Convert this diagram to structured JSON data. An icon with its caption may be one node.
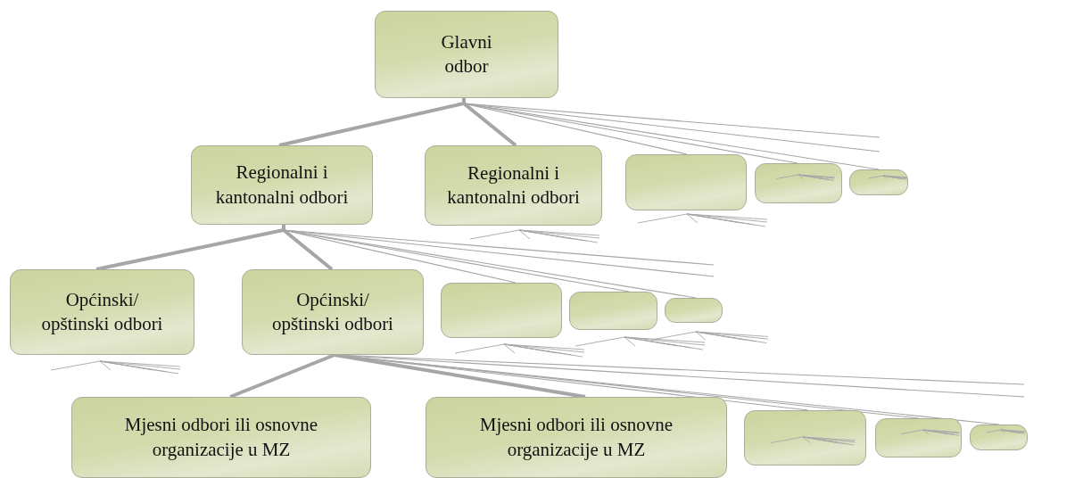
{
  "diagram": {
    "nodes": [
      {
        "text": [
          "Glavni odbor"
        ]
      },
      {
        "text": [
          "Regionalni i kantonalni odbori"
        ]
      },
      {
        "text": [
          "Regionalni i kantonalni odbori"
        ]
      },
      {
        "text": [],
        "shape": "box"
      },
      {
        "text": [],
        "shape": "box"
      },
      {
        "text": [],
        "shape": "box"
      },
      {
        "text": [
          "Općinski/ opštinski odbori"
        ]
      },
      {
        "text": [
          "Općinski/ opštinski odbori"
        ]
      },
      {
        "text": [],
        "shape": "box"
      },
      {
        "text": [],
        "shape": "box"
      },
      {
        "text": [],
        "shape": "box"
      },
      {
        "text": [
          "Mjesni odbori ili osnovne organizacije u MZ"
        ]
      },
      {
        "text": [
          "Mjesni odbori ili osnovne organizacije u MZ"
        ]
      },
      {
        "text": [],
        "shape": "box"
      },
      {
        "text": [],
        "shape": "box"
      },
      {
        "text": [],
        "shape": "box"
      }
    ],
    "edges": [
      {
        "from": 0,
        "to": 1,
        "arrow": "none",
        "style": "thick"
      },
      {
        "from": 0,
        "to": 2,
        "arrow": "none",
        "style": "thick"
      },
      {
        "from": 0,
        "to": 3,
        "arrow": "none"
      },
      {
        "from": 0,
        "to": 4,
        "arrow": "none"
      },
      {
        "from": 0,
        "to": 5,
        "arrow": "none"
      },
      {
        "from": 0,
        "to": null,
        "arrow": "none"
      },
      {
        "from": 0,
        "to": null,
        "arrow": "none"
      },
      {
        "from": 1,
        "to": 6,
        "arrow": "none",
        "style": "thick"
      },
      {
        "from": 1,
        "to": 7,
        "arrow": "none",
        "style": "thick"
      },
      {
        "from": 1,
        "to": 8,
        "arrow": "none"
      },
      {
        "from": 1,
        "to": 9,
        "arrow": "none"
      },
      {
        "from": 1,
        "to": 10,
        "arrow": "none"
      },
      {
        "from": 1,
        "to": null,
        "arrow": "none"
      },
      {
        "from": 1,
        "to": null,
        "arrow": "none"
      },
      {
        "from": 7,
        "to": 11,
        "arrow": "none",
        "style": "thick"
      },
      {
        "from": 7,
        "to": 12,
        "arrow": "none",
        "style": "thick"
      },
      {
        "from": 7,
        "to": 13,
        "arrow": "none"
      },
      {
        "from": 7,
        "to": 14,
        "arrow": "none"
      },
      {
        "from": 7,
        "to": 15,
        "arrow": "none"
      },
      {
        "from": 7,
        "to": null,
        "arrow": "none"
      },
      {
        "from": 7,
        "to": null,
        "arrow": "none"
      }
    ]
  }
}
